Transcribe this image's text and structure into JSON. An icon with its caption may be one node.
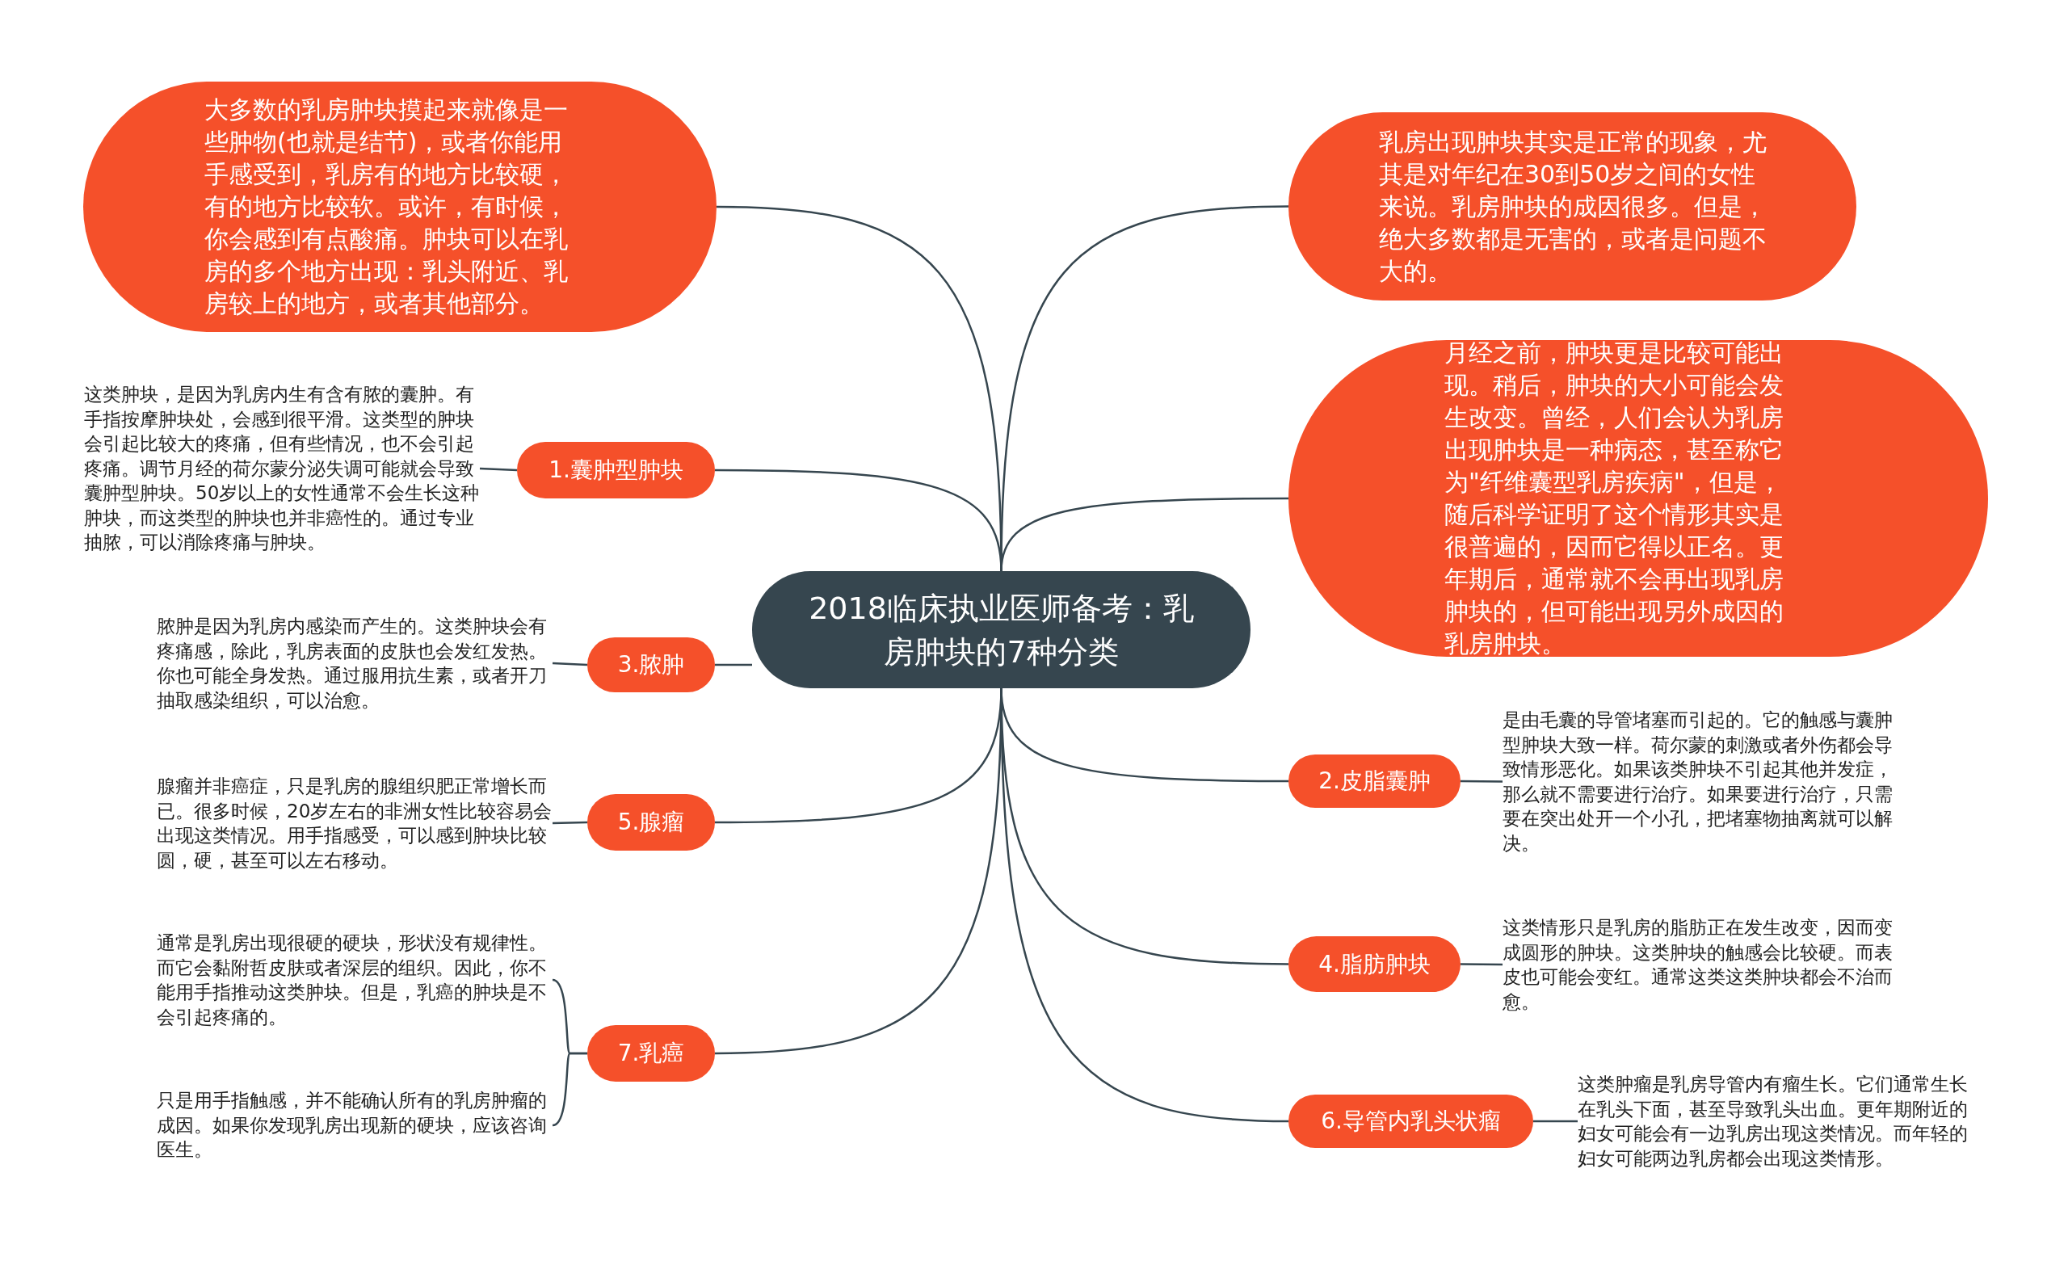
{
  "diagram": {
    "nodes": [
      {
        "text": [
          "2018临床执业医师备考：乳房肿块的7种分类"
        ]
      },
      {
        "text": [
          "大多数的乳房肿块摸起来就像是一些肿物(也就是结节)，或者你能用手感受到，乳房有的地方比较硬，有的地方比较软。或许，有时候，你会感到有点酸痛。肿块可以在乳房的多个地方出现：乳头附近、乳房较上的地方，或者其他部分。"
        ]
      },
      {
        "text": [
          "乳房出现肿块其实是正常的现象，尤其是对年纪在30到50岁之间的女性来说。乳房肿块的成因很多。但是，绝大多数都是无害的，或者是问题不大的。"
        ]
      },
      {
        "text": [
          "月经之前，肿块更是比较可能出现。稍后，肿块的大小可能会发生改变。曾经，人们会认为乳房出现肿块是一种病态，甚至称它为\"纤维囊型乳房疾病\"，但是，随后科学证明了这个情形其实是很普遍的，因而它得以正名。更年期后，通常就不会再出现乳房肿块的，但可能出现另外成因的乳房肿块。"
        ]
      },
      {
        "text": [
          "1.囊肿型肿块"
        ]
      },
      {
        "text": [
          "这类肿块，是因为乳房内生有含有脓的囊肿。有手指按摩肿块处，会感到很平滑。这类型的肿块会引起比较大的疼痛，但有些情况，也不会引起疼痛。调节月经的荷尔蒙分泌失调可能就会导致囊肿型肿块。50岁以上的女性通常不会生长这种肿块，而这类型的肿块也并非癌性的。通过专业抽脓，可以消除疼痛与肿块。"
        ]
      },
      {
        "text": [
          "3.脓肿"
        ]
      },
      {
        "text": [
          "脓肿是因为乳房内感染而产生的。这类肿块会有疼痛感，除此，乳房表面的皮肤也会发红发热。你也可能全身发热。通过服用抗生素，或者开刀抽取感染组织，可以治愈。"
        ]
      },
      {
        "text": [
          "5.腺瘤"
        ]
      },
      {
        "text": [
          "腺瘤并非癌症，只是乳房的腺组织肥正常增长而已。很多时候，20岁左右的非洲女性比较容易会出现这类情况。用手指感受，可以感到肿块比较圆，硬，甚至可以左右移动。"
        ]
      },
      {
        "text": [
          "7.乳癌"
        ]
      },
      {
        "text": [
          "通常是乳房出现很硬的硬块，形状没有规律性。而它会黏附哲皮肤或者深层的组织。因此，你不能用手指推动这类肿块。但是，乳癌的肿块是不会引起疼痛的。"
        ]
      },
      {
        "text": [
          "只是用手指触感，并不能确认所有的乳房肿瘤的成因。如果你发现乳房出现新的硬块，应该咨询医生。"
        ]
      },
      {
        "text": [
          "2.皮脂囊肿"
        ]
      },
      {
        "text": [
          "是由毛囊的导管堵塞而引起的。它的触感与囊肿型肿块大致一样。荷尔蒙的刺激或者外伤都会导致情形恶化。如果该类肿块不引起其他并发症，那么就不需要进行治疗。如果要进行治疗，只需要在突出处开一个小孔，把堵塞物抽离就可以解决。"
        ]
      },
      {
        "text": [
          "4.脂肪肿块"
        ]
      },
      {
        "text": [
          "这类情形只是乳房的脂肪正在发生改变，因而变成圆形的肿块。这类肿块的触感会比较硬。而表皮也可能会变红。通常这类这类肿块都会不治而愈。"
        ]
      },
      {
        "text": [
          "6.导管内乳头状瘤"
        ]
      },
      {
        "text": [
          "这类肿瘤是乳房导管内有瘤生长。它们通常生长在乳头下面，甚至导致乳头出血。更年期附近的妇女可能会有一边乳房出现这类情况。而年轻的妇女可能两边乳房都会出现这类情形。"
        ]
      }
    ],
    "edges": [
      {
        "from": 0,
        "to": 1,
        "arrow": "none"
      },
      {
        "from": 0,
        "to": 2,
        "arrow": "none"
      },
      {
        "from": 0,
        "to": 3,
        "arrow": "none"
      },
      {
        "from": 0,
        "to": 4,
        "arrow": "none"
      },
      {
        "from": 0,
        "to": 6,
        "arrow": "none"
      },
      {
        "from": 0,
        "to": 8,
        "arrow": "none"
      },
      {
        "from": 0,
        "to": 10,
        "arrow": "none"
      },
      {
        "from": 0,
        "to": 13,
        "arrow": "none"
      },
      {
        "from": 0,
        "to": 15,
        "arrow": "none"
      },
      {
        "from": 0,
        "to": 17,
        "arrow": "none"
      },
      {
        "from": 4,
        "to": 5,
        "arrow": "none"
      },
      {
        "from": 6,
        "to": 7,
        "arrow": "none"
      },
      {
        "from": 8,
        "to": 9,
        "arrow": "none"
      },
      {
        "from": 10,
        "to": 11,
        "arrow": "none"
      },
      {
        "from": 10,
        "to": 12,
        "arrow": "none"
      },
      {
        "from": 13,
        "to": 14,
        "arrow": "none"
      },
      {
        "from": 15,
        "to": 16,
        "arrow": "none"
      },
      {
        "from": 17,
        "to": 18,
        "arrow": "none"
      }
    ]
  }
}
